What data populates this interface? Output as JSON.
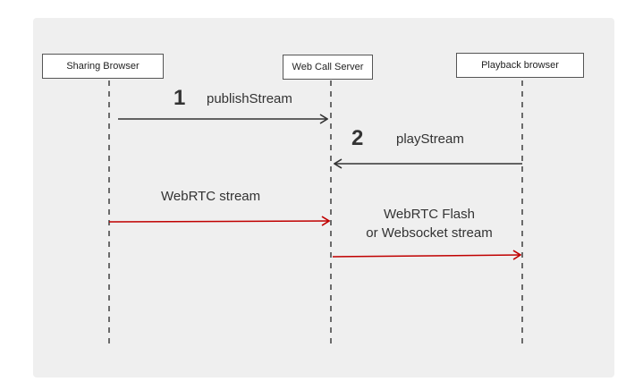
{
  "actors": {
    "sharing": "Sharing Browser",
    "server": "Web Call Server",
    "playback": "Playback browser"
  },
  "messages": [
    {
      "number": "1",
      "label": "publishStream",
      "color": "#333333"
    },
    {
      "number": "2",
      "label": "playStream",
      "color": "#333333"
    },
    {
      "number": "",
      "label": "WebRTC stream",
      "color": "#c00000"
    },
    {
      "number": "",
      "label_line1": "WebRTC Flash",
      "label_line2": "or Websocket stream",
      "color": "#c00000"
    }
  ],
  "colors": {
    "background": "#efefef",
    "stream_arrow": "#c00000",
    "control_arrow": "#333333"
  }
}
